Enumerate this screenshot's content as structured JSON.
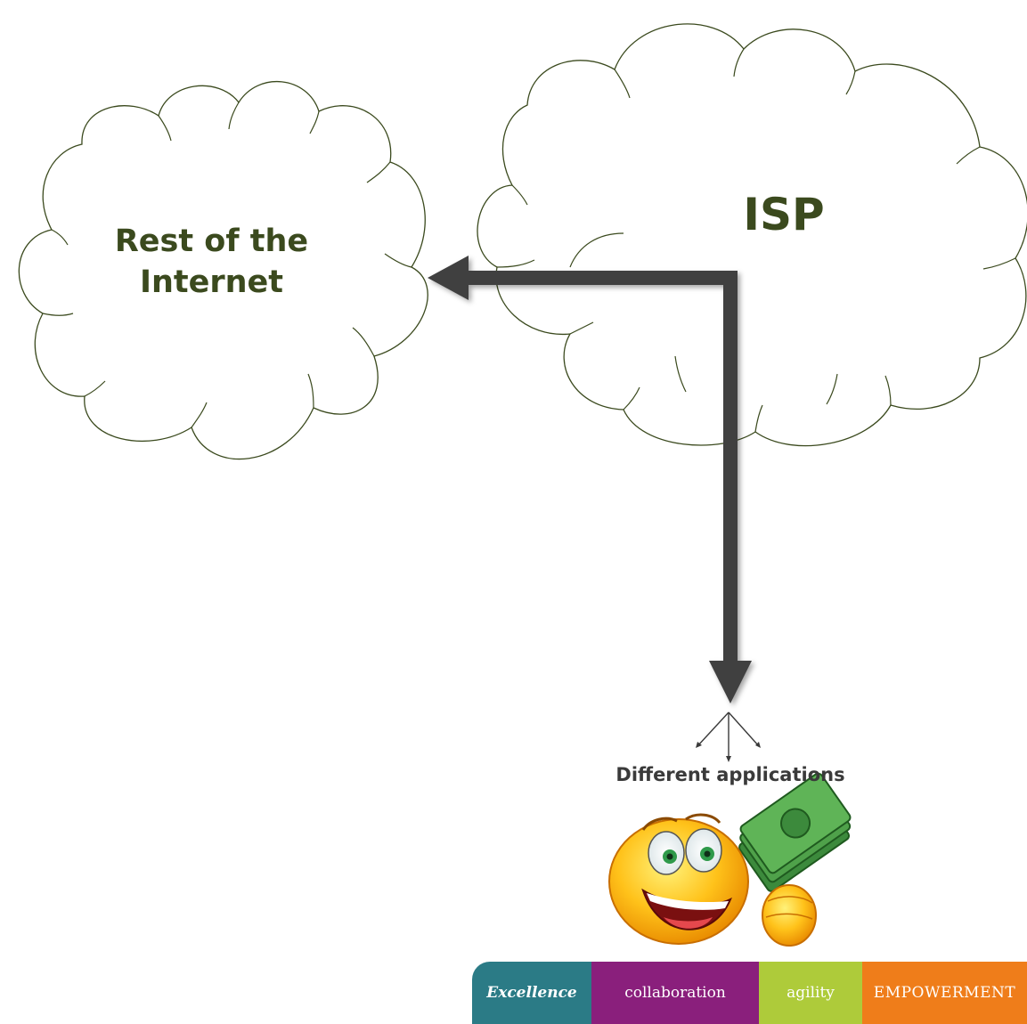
{
  "clouds": {
    "internet": {
      "line1": "Rest of the",
      "line2": "Internet"
    },
    "isp": {
      "label": "ISP"
    }
  },
  "applications": {
    "label": "Different applications"
  },
  "values_banner": {
    "excellence": {
      "label": "Excellence",
      "color": "#2b7b86"
    },
    "collaboration": {
      "label": "collaboration",
      "color": "#8a1f7c"
    },
    "agility": {
      "label": "agility",
      "color": "#aecb3a"
    },
    "empowerment": {
      "label": "EMPOWERMENT",
      "color": "#ef7d1a"
    }
  },
  "colors": {
    "cloud_stroke": "#3b4a1e",
    "cloud_label": "#3b4a1e",
    "arrow": "#3f3f3f"
  },
  "icons": {
    "money_emoji": "smiley-holding-money-icon",
    "fork_arrows": "three-way-arrow-icon"
  }
}
